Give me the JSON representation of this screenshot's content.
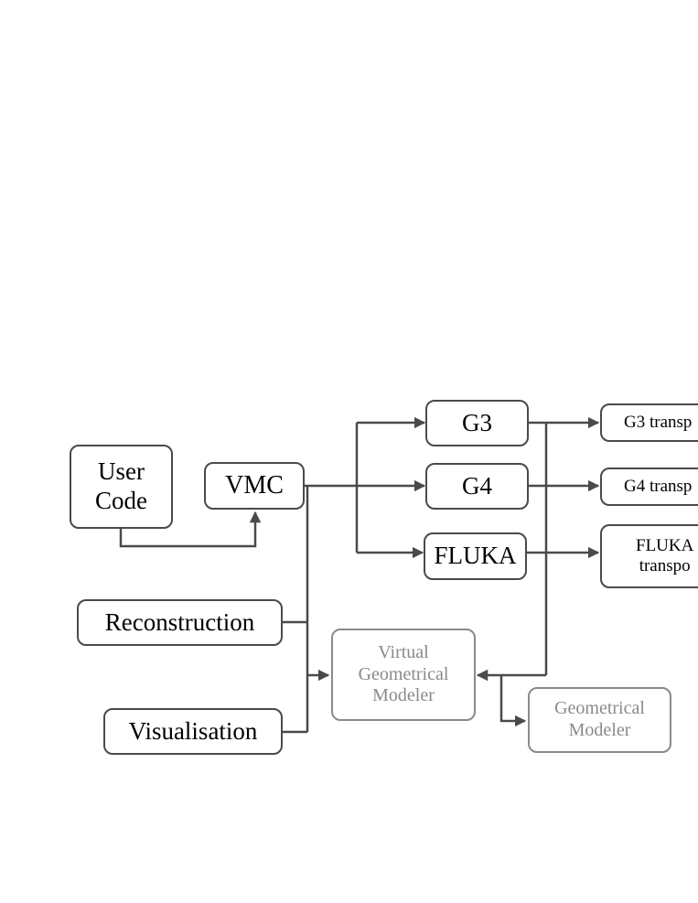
{
  "boxes": {
    "user_code": [
      "User",
      "Code"
    ],
    "vmc": "VMC",
    "g3": "G3",
    "g4": "G4",
    "fluka": "FLUKA",
    "g3_transport": "G3 transp",
    "g4_transport": "G4 transp",
    "fluka_transport": [
      "FLUKA",
      "transpo"
    ],
    "reconstruction": "Reconstruction",
    "visualisation": "Visualisation",
    "virtual_geometrical_modeler": [
      "Virtual",
      "Geometrical",
      "Modeler"
    ],
    "geometrical_modeler": [
      "Geometrical",
      "Modeler"
    ]
  },
  "colors": {
    "line": "#4a4a4a",
    "grey": "#8a8a8a"
  }
}
